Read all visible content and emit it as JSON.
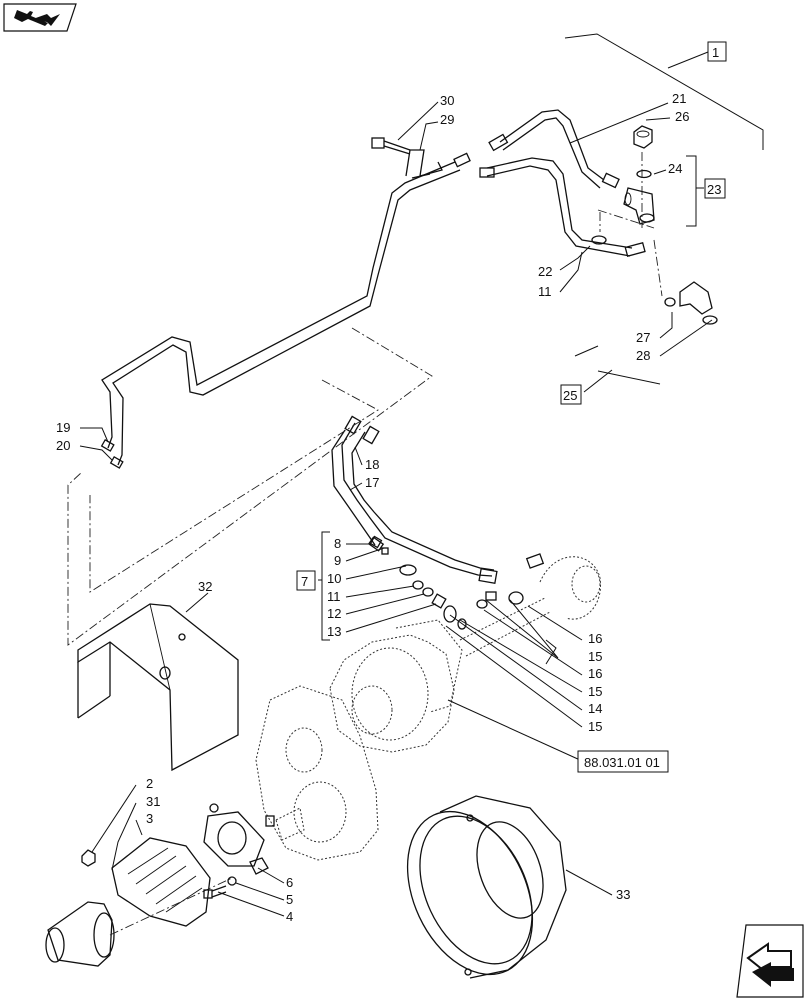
{
  "icons": {
    "top_left": "book-arrow-icon",
    "bottom_right": "next-page-arrow-icon"
  },
  "callouts": {
    "c1": "1",
    "c2": "2",
    "c3": "3",
    "c4": "4",
    "c5": "5",
    "c6": "6",
    "c7": "7",
    "c8": "8",
    "c9": "9",
    "c10": "10",
    "c11a": "11",
    "c11b": "11",
    "c12": "12",
    "c13": "13",
    "c14": "14",
    "c15a": "15",
    "c15b": "15",
    "c15c": "15",
    "c16a": "16",
    "c16b": "16",
    "c17": "17",
    "c18": "18",
    "c19": "19",
    "c20": "20",
    "c21": "21",
    "c22": "22",
    "c23": "23",
    "c24": "24",
    "c25": "25",
    "c26": "26",
    "c27": "27",
    "c28": "28",
    "c29": "29",
    "c30": "30",
    "c31": "31",
    "c32": "32",
    "c33": "33"
  },
  "reference": "88.031.01 01"
}
